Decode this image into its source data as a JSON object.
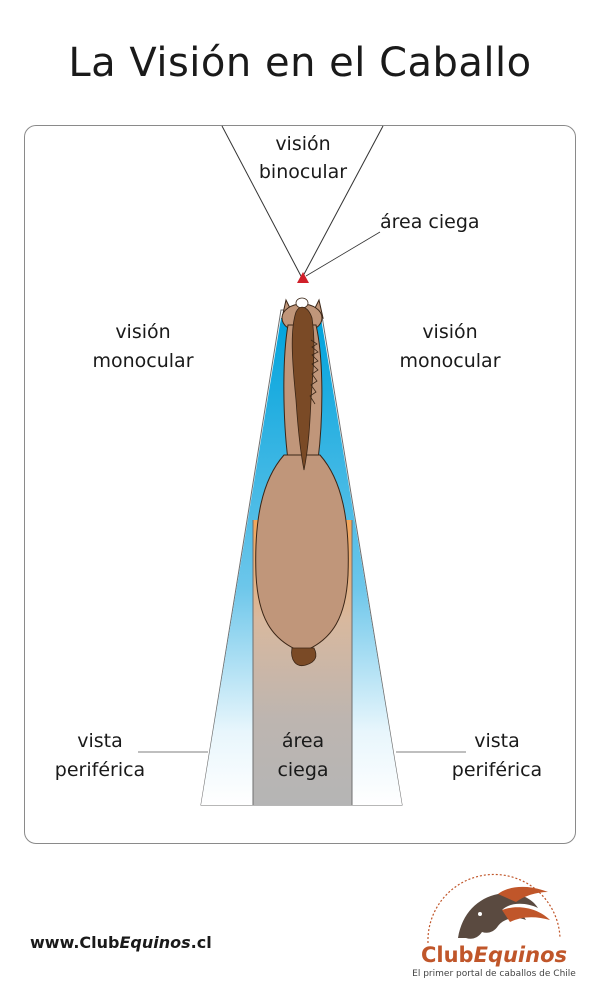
{
  "title": "La Visión en el Caballo",
  "labels": {
    "binocular_line1": "visión",
    "binocular_line2": "binocular",
    "blind_top": "área ciega",
    "mono_left_line1": "visión",
    "mono_left_line2": "monocular",
    "mono_right_line1": "visión",
    "mono_right_line2": "monocular",
    "peri_left_line1": "vista",
    "peri_left_line2": "periférica",
    "peri_right_line1": "vista",
    "peri_right_line2": "periférica",
    "blind_rear_line1": "área",
    "blind_rear_line2": "ciega"
  },
  "footer": {
    "url_prefix": "www.Club",
    "url_brand": "Equinos",
    "url_suffix": ".cl"
  },
  "logo": {
    "brand_part1": "Club",
    "brand_part2": "Equinos",
    "tagline": "El primer portal de caballos de Chile"
  },
  "colors": {
    "vision_blue": "#1aa0d8",
    "blind_gray": "#b8b8b8",
    "horse_body": "#c0967a",
    "horse_mane": "#7a4a26",
    "accent_orange": "#c0562a",
    "blind_spot_red": "#d0202a"
  }
}
